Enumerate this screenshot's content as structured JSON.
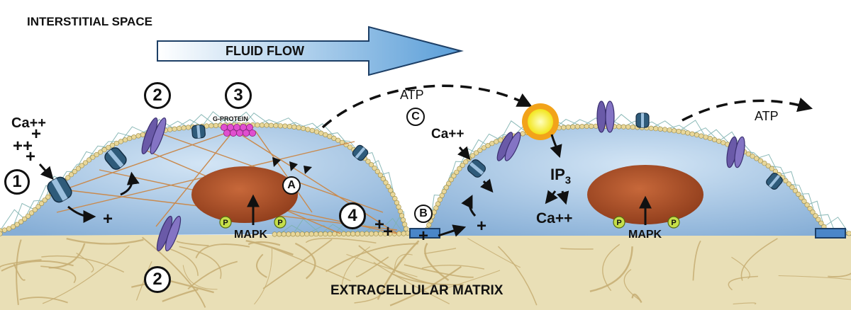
{
  "regions": {
    "interstitial_space": "INTERSTITIAL SPACE",
    "extracellular_matrix": "EXTRACELLULAR MATRIX"
  },
  "flow": {
    "label": "FLUID FLOW"
  },
  "markers": {
    "m1": "1",
    "m2_top": "2",
    "m2_bottom": "2",
    "m3": "3",
    "m4": "4",
    "mA": "A",
    "mB": "B",
    "mC": "C"
  },
  "labels": {
    "g_protein": "G-PROTEIN",
    "ca_left": "Ca++",
    "ca_right": "Ca++",
    "ca_ip3": "Ca++",
    "atp_center": "ATP",
    "atp_right": "ATP",
    "ip3_base": "IP",
    "ip3_sub": "3",
    "mapk_left": "MAPK",
    "mapk_right": "MAPK",
    "phospho": "P",
    "plus": "+"
  },
  "colors": {
    "cytoplasm": "#a9c9e8",
    "membrane_bead": "#e8d79a",
    "nucleus": "#b5552b",
    "matrix": "#e9dfb6",
    "fibre": "#c6ad72",
    "glycocalyx": "#7fb2b0",
    "integrin": "#6a5aa8",
    "channel": "#2f5b7a",
    "atp_receptor": "#f2a31a",
    "phospho": "#c6df4a",
    "g_protein": "#e04fcf",
    "flow_arrow": "#5a9ed8"
  }
}
